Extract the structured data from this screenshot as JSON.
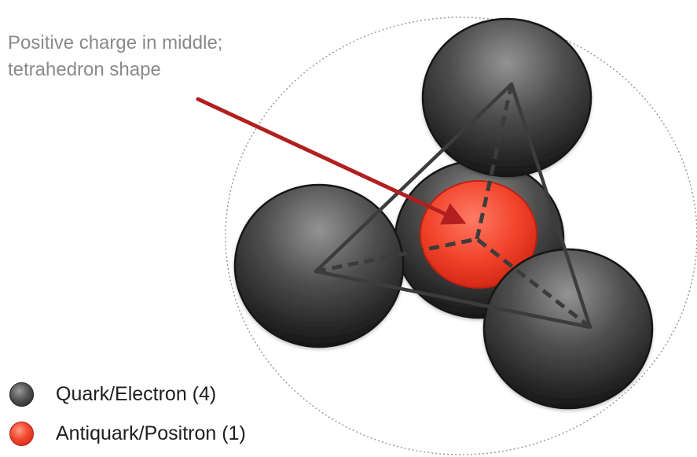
{
  "annotation": {
    "line1": "Positive charge in middle;",
    "line2": "tetrahedron shape",
    "color": "#8a8a8a",
    "arrow_color": "#b21f1f"
  },
  "legend": {
    "items": [
      {
        "label": "Quark/Electron (4)",
        "icon": "dark-sphere-icon",
        "color": "#3a3a3a"
      },
      {
        "label": "Antiquark/Positron (1)",
        "icon": "red-sphere-icon",
        "color": "#f2472d"
      }
    ]
  },
  "colors": {
    "quark": "#3a3a3a",
    "antiquark": "#f2472d",
    "edge": "#404040"
  }
}
